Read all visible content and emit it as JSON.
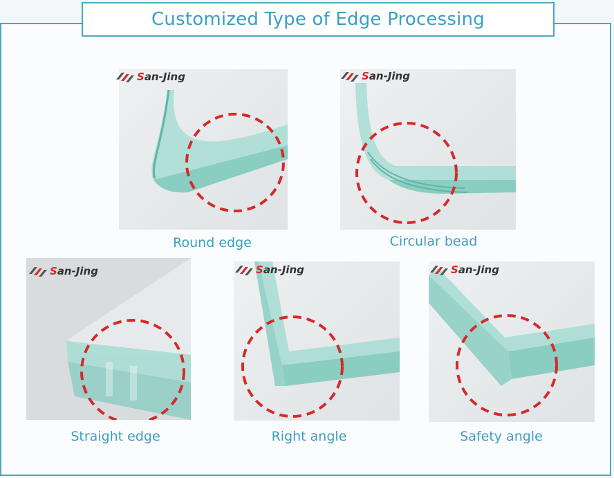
{
  "header": {
    "title": "Customized Type of Edge Processing"
  },
  "brand": {
    "first_letter": "S",
    "rest": "an-Jing"
  },
  "items": [
    {
      "caption": "Round edge"
    },
    {
      "caption": "Circular bead"
    },
    {
      "caption": "Straight edge"
    },
    {
      "caption": "Right angle"
    },
    {
      "caption": "Safety angle"
    }
  ],
  "colors": {
    "accent": "#3b9fc0",
    "highlight_circle": "#d42a2a",
    "glass": "#8fd3c8"
  },
  "icons": {
    "logo": "san-jing-logo-mark"
  }
}
